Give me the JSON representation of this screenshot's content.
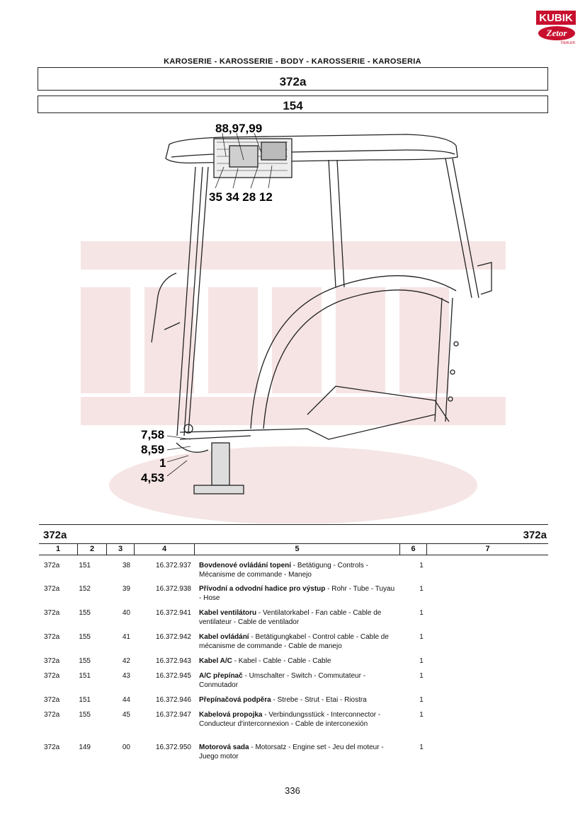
{
  "logo": {
    "brand": "KUBIK",
    "sub": "Zetor",
    "tag": "DEALER"
  },
  "section_title": "KAROSERIE - KAROSSERIE - BODY - KAROSSERIE - KAROSERIA",
  "group_code": "372a",
  "figure_number": "154",
  "callouts": {
    "top": "88,97,99",
    "top_bottom": "35 34 28 12",
    "left_1": "7,58",
    "left_2": "8,59",
    "left_3": "1",
    "left_4": "4,53"
  },
  "table": {
    "header_left": "372a",
    "header_right": "372a",
    "columns": [
      "1",
      "2",
      "3",
      "4",
      "5",
      "6",
      "7"
    ],
    "rows": [
      {
        "c1": "372a",
        "c2": "151",
        "c3": "38",
        "c4": "16.372.937",
        "name": "Bovdenové ovládání topení",
        "desc": " - Betätigung - Controls - Mécanisme de commande - Manejo",
        "qty": "1"
      },
      {
        "c1": "372a",
        "c2": "152",
        "c3": "39",
        "c4": "16.372.938",
        "name": "Přívodní a odvodní hadice pro výstup",
        "desc": " - Rohr - Tube - Tuyau - Hose",
        "qty": "1"
      },
      {
        "c1": "372a",
        "c2": "155",
        "c3": "40",
        "c4": "16.372.941",
        "name": "Kabel ventilátoru",
        "desc": " - Ventilatorkabel - Fan cable - Cable de ventilateur - Cable de ventilador",
        "qty": "1"
      },
      {
        "c1": "372a",
        "c2": "155",
        "c3": "41",
        "c4": "16.372.942",
        "name": "Kabel ovládání",
        "desc": " - Betätigungkabel - Control cable - Cable de mécanisme de commande - Cable de manejo",
        "qty": "1"
      },
      {
        "c1": "372a",
        "c2": "155",
        "c3": "42",
        "c4": "16.372.943",
        "name": "Kabel A/C",
        "desc": " - Kabel - Cable - Cable - Cable",
        "qty": "1"
      },
      {
        "c1": "372a",
        "c2": "151",
        "c3": "43",
        "c4": "16.372.945",
        "name": "A/C přepínač",
        "desc": " - Umschalter - Switch - Commutateur - Conmutador",
        "qty": "1"
      },
      {
        "c1": "372a",
        "c2": "151",
        "c3": "44",
        "c4": "16.372.946",
        "name": "Přepínačová podpěra",
        "desc": " - Strebe - Strut - Etai - Riostra",
        "qty": "1"
      },
      {
        "c1": "372a",
        "c2": "155",
        "c3": "45",
        "c4": "16.372.947",
        "name": "Kabelová propojka",
        "desc": " - Verbindungsstück - Interconnector - Conducteur d'interconnexion - Cable de interconexión",
        "qty": "1"
      },
      {
        "c1": "372a",
        "c2": "149",
        "c3": "00",
        "c4": "16.372.950",
        "name": "Motorová sada",
        "desc": " - Motorsatz - Engine set - Jeu del moteur - Juego motor",
        "qty": "1"
      }
    ]
  },
  "page_number": "336"
}
